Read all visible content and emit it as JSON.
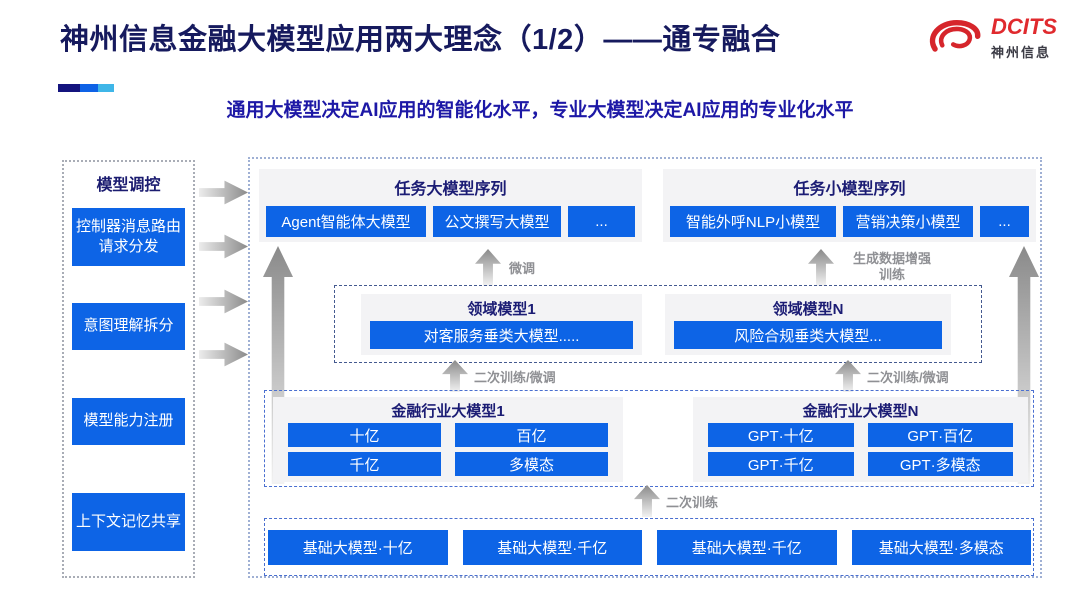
{
  "header": {
    "title": "神州信息金融大模型应用两大理念（1/2）——通专融合",
    "subtitle": "通用大模型决定AI应用的智能化水平，专业大模型决定AI应用的专业化水平",
    "logo": {
      "brand": "DCITS",
      "brand_cn": "神州信息"
    },
    "accent_colors": [
      "#14147e",
      "#0e62e6",
      "#3fb6e8"
    ]
  },
  "colors": {
    "primary_blue": "#0d64e6",
    "title_navy": "#161a5e",
    "subtitle_blue": "#1d18a6",
    "logo_red": "#e02a2e",
    "arrow_label_gray": "#8f9094"
  },
  "sidebar": {
    "title": "模型调控",
    "items": [
      "控制器消息路由请求分发",
      "意图理解拆分",
      "模型能力注册",
      "上下文记忆共享"
    ]
  },
  "task_large": {
    "title": "任务大模型序列",
    "items": [
      "Agent智能体大模型",
      "公文撰写大模型",
      "..."
    ]
  },
  "task_small": {
    "title": "任务小模型序列",
    "items": [
      "智能外呼NLP小模型",
      "营销决策小模型",
      "..."
    ]
  },
  "domain_box": {
    "left": {
      "title": "领域模型1",
      "model": "对客服务垂类大模型....."
    },
    "right": {
      "title": "领域模型N",
      "model": "风险合规垂类大模型..."
    }
  },
  "industry_box": {
    "left": {
      "title": "金融行业大模型1",
      "models": [
        "十亿",
        "百亿",
        "千亿",
        "多模态"
      ]
    },
    "right": {
      "title": "金融行业大模型N",
      "models": [
        "GPT·十亿",
        "GPT·百亿",
        "GPT·千亿",
        "GPT·多模态"
      ]
    }
  },
  "base_box": {
    "models": [
      "基础大模型·十亿",
      "基础大模型·千亿",
      "基础大模型·千亿",
      "基础大模型·多模态"
    ]
  },
  "flow_labels": {
    "finetune": "微调",
    "gen_line1": "生成数据增强",
    "gen_line2": "训练",
    "retrain_ft": "二次训练/微调",
    "retrain": "二次训练"
  }
}
